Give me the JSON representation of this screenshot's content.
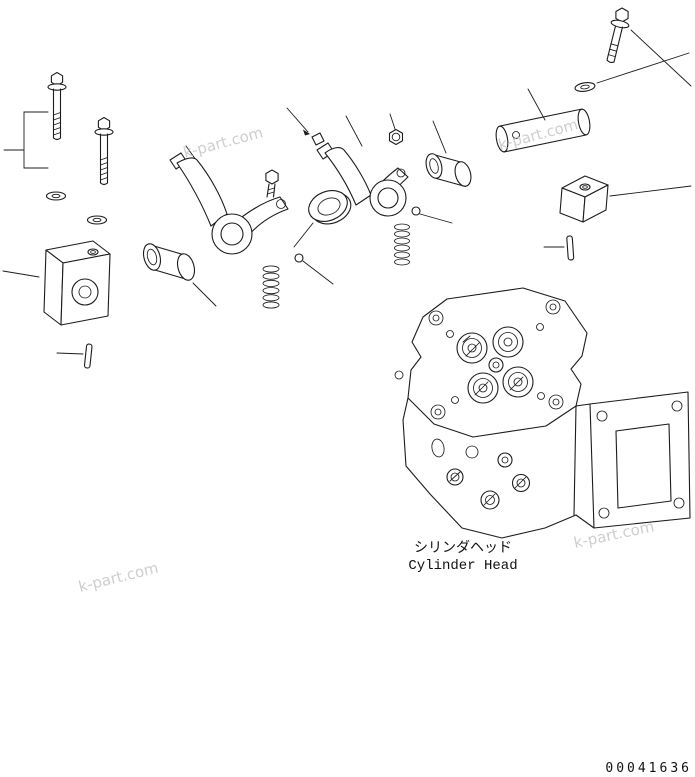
{
  "page": {
    "background_color": "#ffffff",
    "line_color": "#1c1c1c",
    "watermark_color": "#c6c6c6"
  },
  "diagram": {
    "caption_japanese": "シリンダヘッド",
    "caption_english": "Cylinder Head",
    "drawing_number": "00041636",
    "watermark_text": "k-part.com"
  }
}
